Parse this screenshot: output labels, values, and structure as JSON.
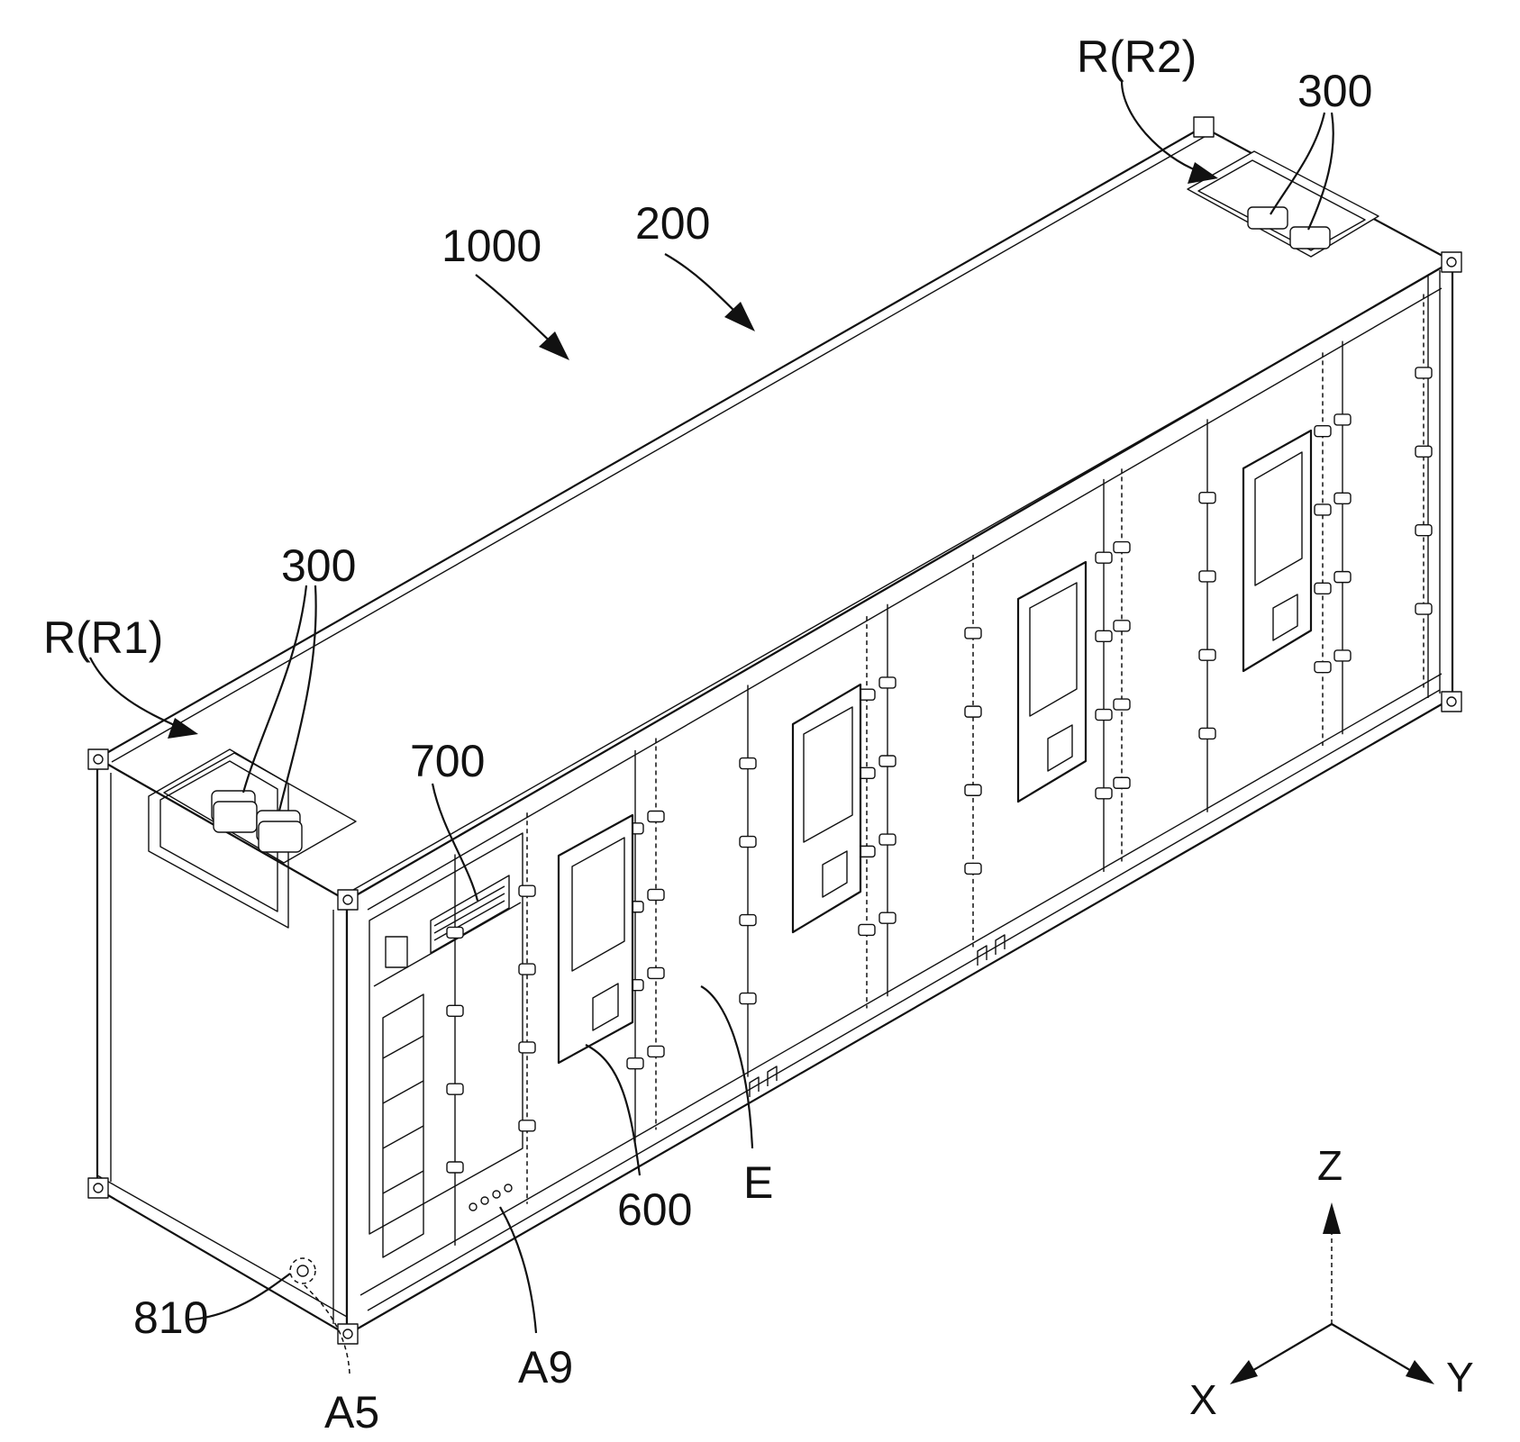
{
  "figure": {
    "labels": {
      "assembly": "1000",
      "container": "200",
      "region_r1": "R(R1)",
      "region_r2": "R(R2)",
      "part_300_left": "300",
      "part_300_right": "300",
      "part_700": "700",
      "part_600": "600",
      "part_e": "E",
      "part_a9": "A9",
      "part_810": "810",
      "part_a5": "A5"
    },
    "axes": {
      "z": "Z",
      "x": "X",
      "y": "Y"
    }
  }
}
